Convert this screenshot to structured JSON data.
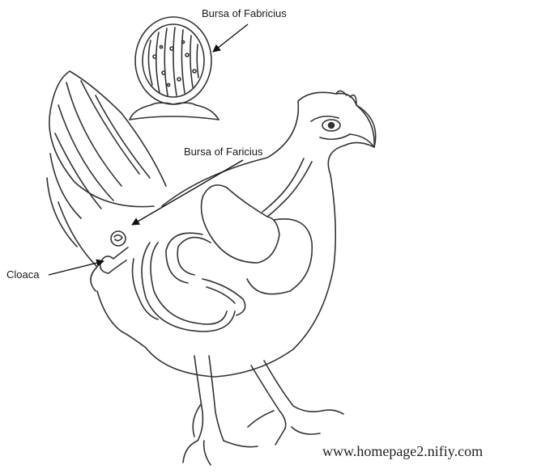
{
  "diagram": {
    "labels": {
      "bursa_top": "Bursa of Fabricius",
      "bursa_mid": "Bursa of Faricius",
      "cloaca": "Cloaca"
    },
    "watermark": "www.homepage2.nifiy.com"
  }
}
